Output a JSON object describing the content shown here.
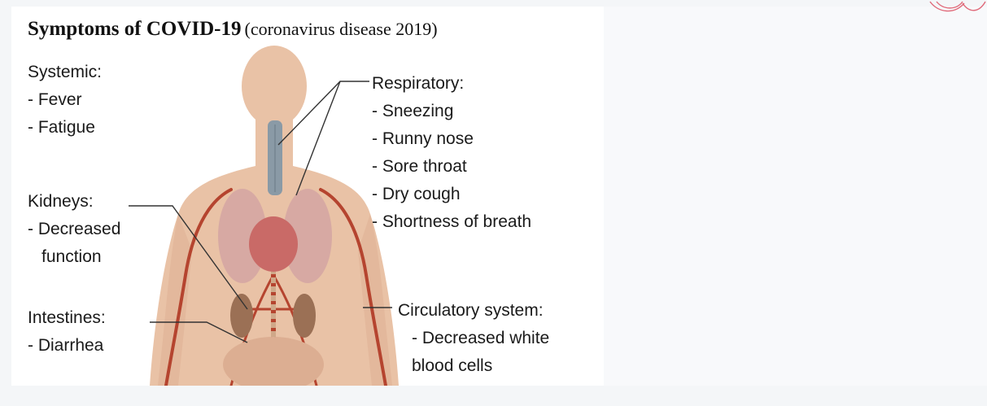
{
  "title": {
    "main": "Symptoms of COVID-19",
    "sub": "(coronavirus disease 2019)"
  },
  "systemic": {
    "heading": "Systemic:",
    "items": [
      "- Fever",
      "- Fatigue"
    ]
  },
  "respiratory": {
    "heading": "Respiratory:",
    "items": [
      "- Sneezing",
      "- Runny nose",
      "- Sore throat",
      "- Dry cough",
      "- Shortness of breath"
    ]
  },
  "kidneys": {
    "heading": "Kidneys:",
    "items": [
      "- Decreased",
      "function"
    ]
  },
  "intestines": {
    "heading": "Intestines:",
    "items": [
      "- Diarrhea"
    ]
  },
  "circulatory": {
    "heading": "Circulatory system:",
    "items": [
      "- Decreased white",
      "blood cells"
    ]
  },
  "colors": {
    "skin": "#e9c2a6",
    "vessel": "#b5442f",
    "lung": "#d7a9a3",
    "heart": "#c96a67",
    "kidney": "#9b7055",
    "trachea": "#8a9aa6",
    "leader": "#333333",
    "corner_mark": "#e06a7a"
  }
}
